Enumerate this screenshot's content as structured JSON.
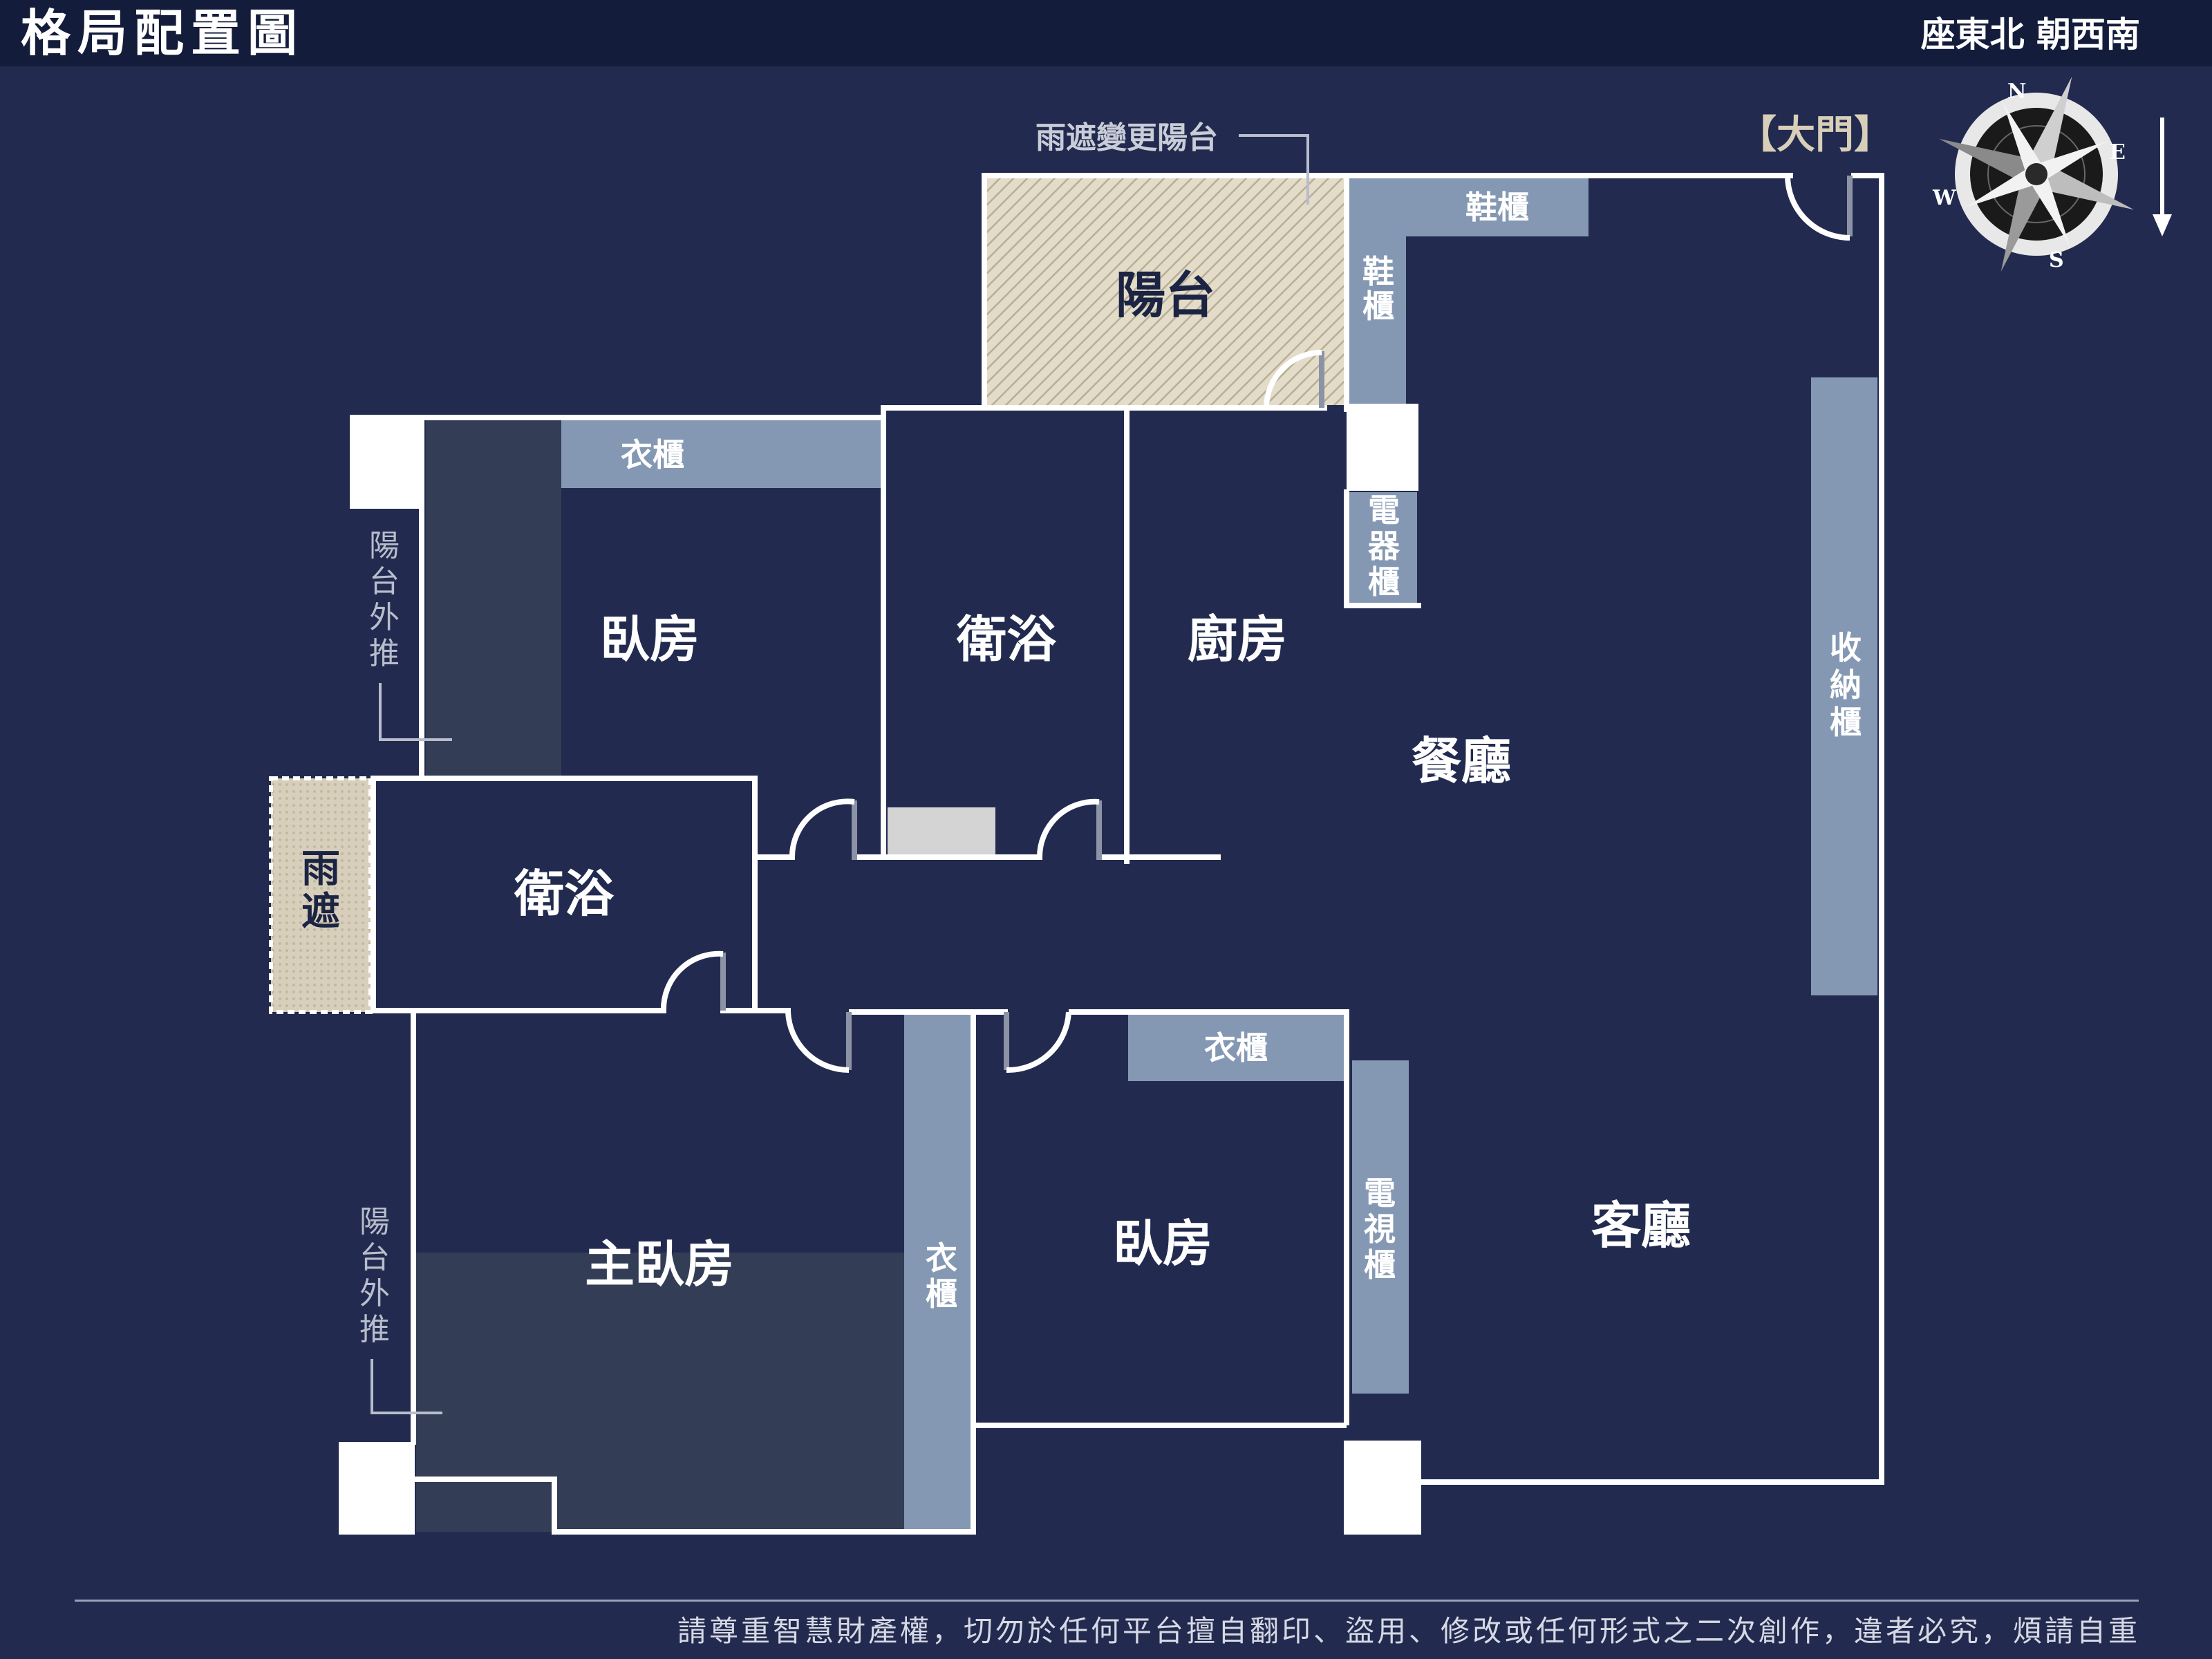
{
  "header": {
    "title": "格局配置圖",
    "orientation": "座東北 朝西南"
  },
  "door_label": "【大門】",
  "compass": {
    "n": "N",
    "e": "E",
    "s": "S",
    "w": "W"
  },
  "rooms": {
    "balcony_top": "陽台",
    "rain_cover_change": "雨遮變更陽台",
    "bedroom_1": "臥房",
    "bath_1": "衛浴",
    "kitchen": "廚房",
    "dining": "餐廳",
    "bath_2": "衛浴",
    "rain_cover": "雨遮",
    "master_bedroom": "主臥房",
    "bedroom_2": "臥房",
    "living": "客廳",
    "balcony_push_1": "陽台外推",
    "balcony_push_2": "陽台外推"
  },
  "cabinets": {
    "wardrobe_top": "衣櫃",
    "shoe_h": "鞋櫃",
    "shoe_v": "鞋櫃",
    "appliance": "電器櫃",
    "storage": "收納櫃",
    "wardrobe_mid": "衣櫃",
    "wardrobe_v": "衣櫃",
    "tv": "電視櫃"
  },
  "footer": {
    "notice": "請尊重智慧財產權，切勿於任何平台擅自翻印、盜用、修改或任何形式之二次創作，違者必究，煩請自重"
  },
  "colors": {
    "background": "#222b4f",
    "header": "#141c3b",
    "wall": "#ffffff",
    "cabinet": "#8598b3",
    "balcony": "#d9d3c1",
    "shade": "#333d55"
  }
}
